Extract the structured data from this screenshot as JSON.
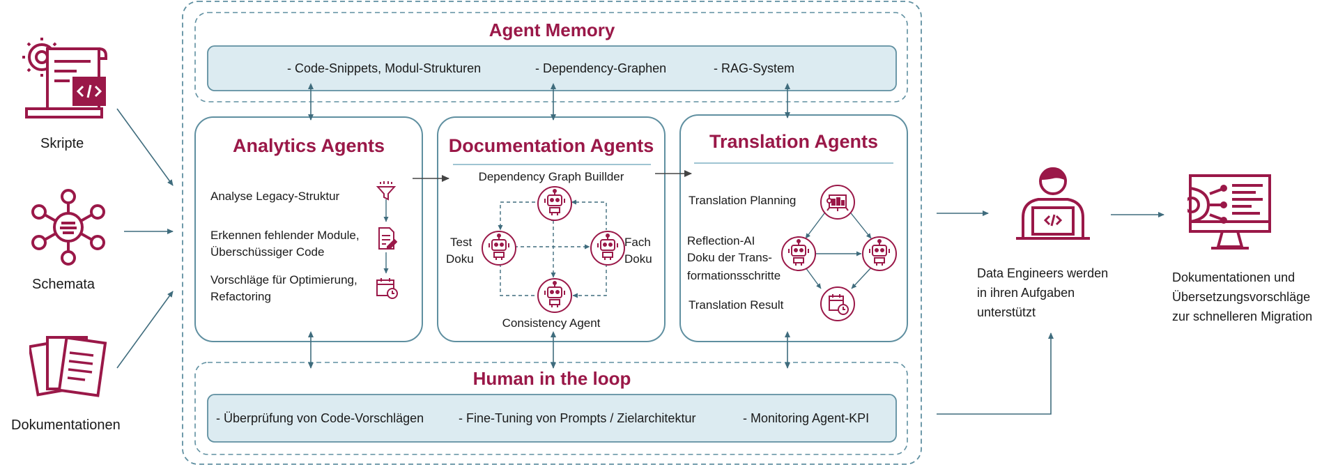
{
  "colors": {
    "accent": "#9a1848",
    "frame": "#5f8fa0",
    "panel_fill": "#dcebf1",
    "arrow": "#3f6c7d"
  },
  "inputs": [
    {
      "label": "Skripte",
      "icon": "script-code-gear-icon"
    },
    {
      "label": "Schemata",
      "icon": "schema-network-icon"
    },
    {
      "label": "Dokumentationen",
      "icon": "documents-stack-icon"
    }
  ],
  "memory": {
    "title": "Agent Memory",
    "items": [
      "- Code-Snippets, Modul-Strukturen",
      "- Dependency-Graphen",
      "- RAG-System"
    ]
  },
  "analytics": {
    "title": "Analytics Agents",
    "steps": [
      {
        "lines": [
          "Analyse Legacy-Struktur"
        ],
        "icon": "funnel-icon"
      },
      {
        "lines": [
          "Erkennen fehlender Module,",
          "Überschüssiger Code"
        ],
        "icon": "document-edit-icon"
      },
      {
        "lines": [
          "Vorschläge für Optimierung,",
          "Refactoring"
        ],
        "icon": "calendar-clock-icon"
      }
    ]
  },
  "documentation": {
    "title": "Documentation Agents",
    "top": "Dependency Graph Buillder",
    "left": [
      "Test",
      "Doku"
    ],
    "right": [
      "Fach",
      "Doku"
    ],
    "bottom": "Consistency Agent"
  },
  "translation": {
    "title": "Translation Agents",
    "planning": "Translation Planning",
    "reflection": [
      "Reflection-AI",
      "Doku der Trans-",
      "formationsschritte"
    ],
    "result": "Translation Result"
  },
  "human": {
    "title": "Human in the loop",
    "items": [
      "- Überprüfung von Code-Vorschlägen",
      "- Fine-Tuning von Prompts / Zielarchitektur",
      "- Monitoring Agent-KPI"
    ]
  },
  "engineers": {
    "lines": [
      "Data Engineers werden",
      "in ihren Aufgaben",
      "unterstützt"
    ],
    "icon": "engineer-laptop-icon"
  },
  "output": {
    "lines": [
      "Dokumentationen und",
      "Übersetzungsvorschläge",
      "zur schnelleren Migration"
    ],
    "icon": "monitor-gear-icon"
  }
}
